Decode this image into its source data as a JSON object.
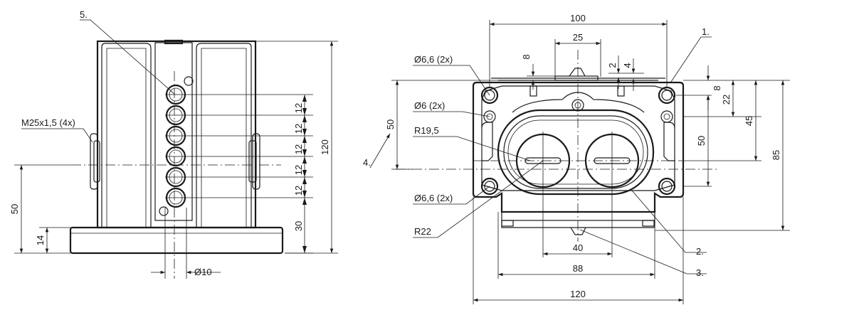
{
  "left_view": {
    "thread_label": "M25x1,5 (4x)",
    "item_5": "5.",
    "pitch_labels": [
      "12",
      "12",
      "12",
      "12",
      "12"
    ],
    "dim_30": "30",
    "dim_120": "120",
    "dim_50": "50",
    "dim_14": "14",
    "dim_dia10": "Ø10"
  },
  "right_view": {
    "dim_100": "100",
    "dim_25": "25",
    "dim_8_top": "8",
    "dim_2": "2",
    "dim_4": "4",
    "item_1": "1.",
    "hole_66_top": "Ø6,6 (2x)",
    "hole_6": "Ø6 (2x)",
    "radius_195": "R19,5",
    "item_4": "4.",
    "dim_50_left": "50",
    "hole_66_bottom": "Ø6,6 (2x)",
    "radius_22": "R22",
    "dim_8_right": "8",
    "dim_22": "22",
    "dim_45": "45",
    "dim_50_right": "50",
    "dim_85": "85",
    "dim_40": "40",
    "dim_88": "88",
    "dim_120": "120",
    "item_2": "2.",
    "item_3": "3."
  }
}
